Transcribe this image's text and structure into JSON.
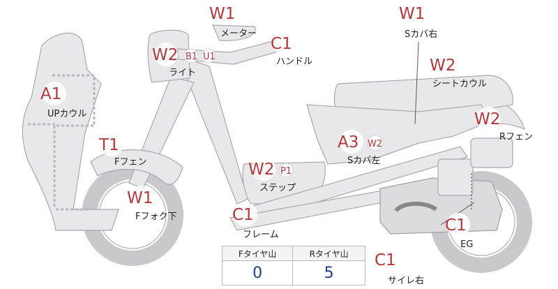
{
  "labels": {
    "up_cowl": {
      "code": "A1",
      "name": "UPカウル"
    },
    "meter": {
      "code": "W1",
      "name": "メーター"
    },
    "light": {
      "codes": [
        "W2",
        "B1",
        "U1"
      ],
      "name": "ライト"
    },
    "handle": {
      "code": "C1",
      "name": "ハンドル"
    },
    "s_cover_right": {
      "code": "W1",
      "name": "Sカバ右"
    },
    "seat_cowl": {
      "code": "W2",
      "name": "シートカウル"
    },
    "r_fender": {
      "code": "W2",
      "name": "Rフェン"
    },
    "f_fender": {
      "code": "T1",
      "name": "Fフェン"
    },
    "s_cover_left": {
      "codes": [
        "A3",
        "W2"
      ],
      "name": "Sカバ左"
    },
    "step": {
      "codes": [
        "W2",
        "P1"
      ],
      "name": "ステップ"
    },
    "f_fork_lower": {
      "code": "W1",
      "name": "Fフォク下"
    },
    "frame": {
      "code": "C1",
      "name": "フレーム"
    },
    "eg": {
      "code": "C1",
      "name": "EG"
    },
    "silencer_right": {
      "code": "C1",
      "name": "サイレ右"
    }
  },
  "tread": {
    "headers": [
      "Fタイヤ山",
      "Rタイヤ山"
    ],
    "values": [
      "0",
      "5"
    ]
  }
}
